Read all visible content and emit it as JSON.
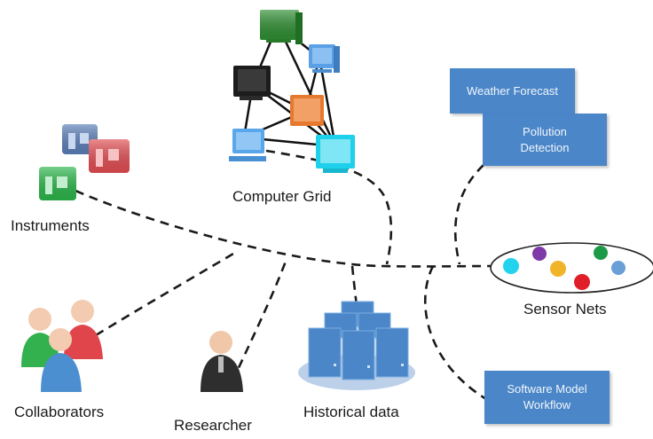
{
  "nodes": {
    "computer_grid": "Computer Grid",
    "instruments": "Instruments",
    "sensor_nets": "Sensor Nets",
    "collaborators": "Collaborators",
    "researcher": "Researcher",
    "historical_data": "Historical data"
  },
  "boxes": {
    "weather_forecast": "Weather Forecast",
    "pollution_detection": [
      "Pollution",
      "Detection"
    ],
    "software_model_workflow": [
      "Software Model",
      "Workflow"
    ]
  },
  "colors": {
    "box": "#4a86c8",
    "server": "#4a86c8",
    "sensor_dots": [
      "#22d3ee",
      "#7e3aa8",
      "#f0b429",
      "#e01e2a",
      "#1c9a48",
      "#6a9fd8"
    ]
  }
}
